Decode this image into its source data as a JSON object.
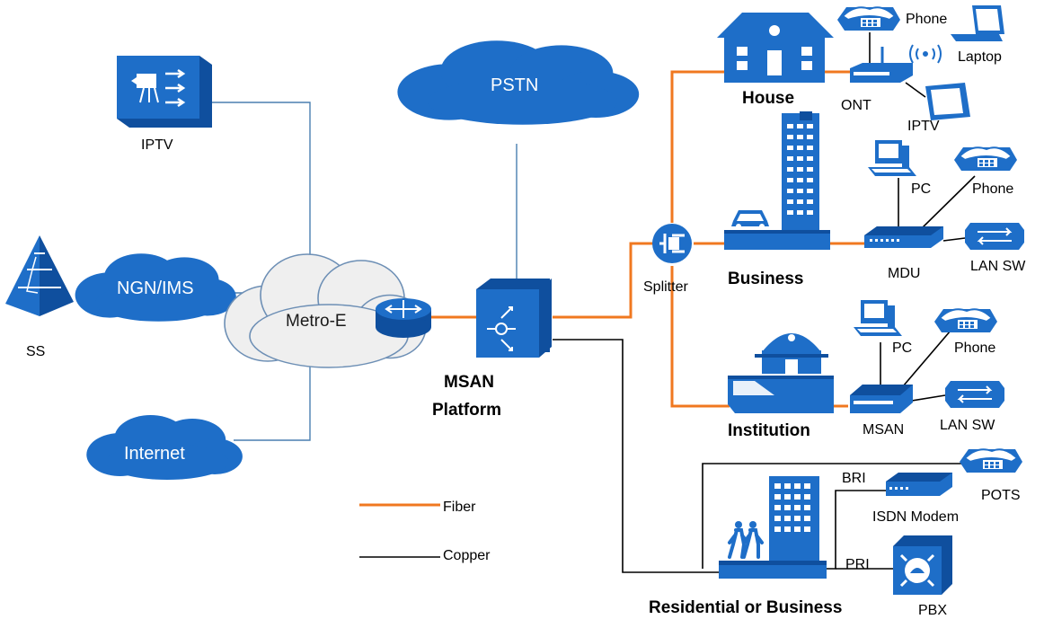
{
  "nodes": {
    "iptv_server": "IPTV",
    "ngn_ims": "NGN/IMS",
    "ss": "SS",
    "internet": "Internet",
    "metro_e": "Metro-E",
    "pstn": "PSTN",
    "msan_platform_line1": "MSAN",
    "msan_platform_line2": "Platform",
    "splitter": "Splitter",
    "house": "House",
    "business": "Business",
    "institution": "Institution",
    "residential_business": "Residential or Business",
    "ont": "ONT",
    "house_phone": "Phone",
    "laptop": "Laptop",
    "house_iptv": "IPTV",
    "biz_pc": "PC",
    "biz_phone": "Phone",
    "mdu": "MDU",
    "biz_lan_sw": "LAN SW",
    "inst_pc": "PC",
    "inst_phone": "Phone",
    "inst_msan": "MSAN",
    "inst_lan_sw": "LAN SW",
    "bri": "BRI",
    "pri": "PRI",
    "isdn_modem": "ISDN Modem",
    "pots": "POTS",
    "pbx": "PBX"
  },
  "legend": {
    "fiber": "Fiber",
    "copper": "Copper",
    "fiber_color": "#f07820",
    "copper_color": "#000000"
  },
  "colors": {
    "icon_blue": "#1e6ec8",
    "cloud_gray": "#efefef",
    "link_blue": "#4a7fb0"
  }
}
